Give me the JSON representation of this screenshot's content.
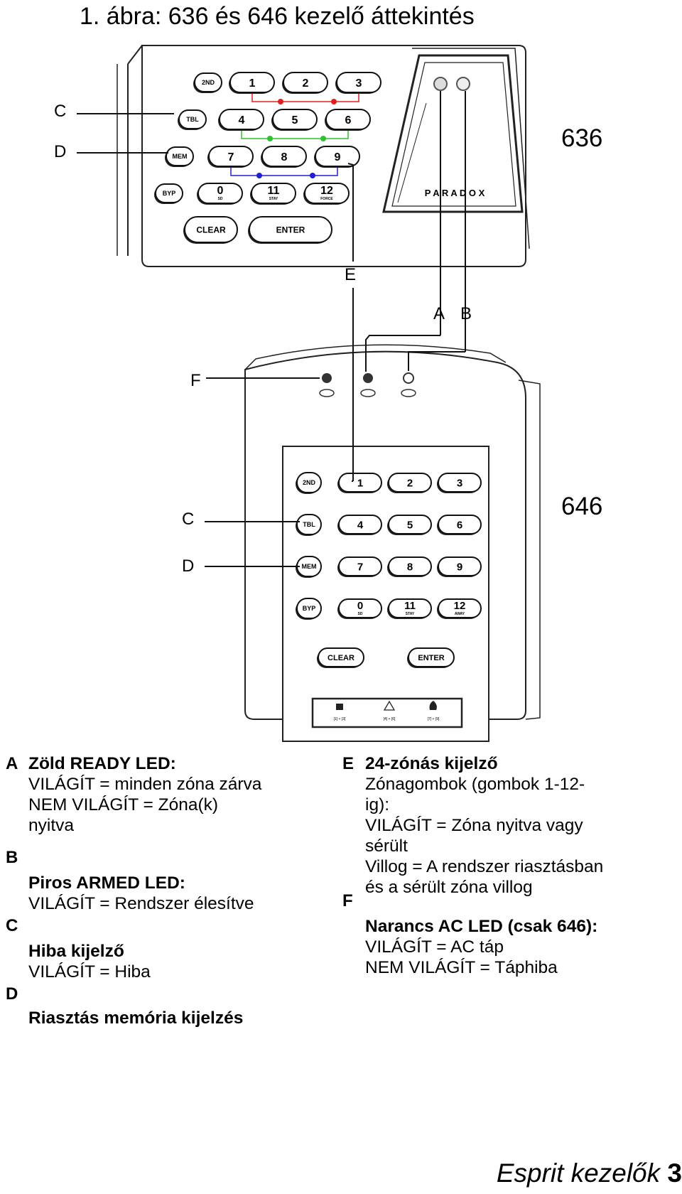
{
  "title": "1. ábra: 636 és 646 kezelő áttekintés",
  "models": {
    "top": "636",
    "bottom": "646"
  },
  "callouts": {
    "A": "A",
    "B": "B",
    "C": "C",
    "D": "D",
    "E": "E",
    "F": "F"
  },
  "brand": "P A R A D O X",
  "keypad636": {
    "rows": [
      [
        "2ND",
        "1",
        "2",
        "3"
      ],
      [
        "TBL",
        "4",
        "5",
        "6"
      ],
      [
        "MEM",
        "7",
        "8",
        "9"
      ],
      [
        "BYP",
        "0",
        "11",
        "12"
      ]
    ],
    "sub_labels": {
      "0": "SD",
      "11": "STAY",
      "12": "FORCE"
    },
    "clear": "CLEAR",
    "enter": "ENTER"
  },
  "keypad646": {
    "rows": [
      [
        "2ND",
        "1",
        "2",
        "3"
      ],
      [
        "TBL",
        "4",
        "5",
        "6"
      ],
      [
        "MEM",
        "7",
        "8",
        "9"
      ],
      [
        "BYP",
        "0",
        "11",
        "12"
      ]
    ],
    "sub_labels": {
      "0": "SD",
      "11": "STAY",
      "12": "AWAY"
    },
    "clear": "CLEAR",
    "enter": "ENTER",
    "panic_labels": [
      "[1] + [3]",
      "[4] + [6]",
      "[7] + [9]"
    ]
  },
  "legend_left": [
    {
      "letter": "A",
      "head": "Zöld READY LED:",
      "lines": [
        "VILÁGÍT = minden zóna zárva",
        "NEM VILÁGÍT = Zóna(k)",
        "nyitva"
      ]
    },
    {
      "letter": "B",
      "head": "Piros ARMED LED:",
      "lines": [
        "VILÁGÍT = Rendszer élesítve"
      ]
    },
    {
      "letter": "C",
      "head": "Hiba kijelző",
      "lines": [
        "VILÁGÍT = Hiba"
      ]
    },
    {
      "letter": "D",
      "head": "Riasztás memória kijelzés",
      "lines": []
    }
  ],
  "legend_right": [
    {
      "letter": "E",
      "head": "24-zónás kijelző",
      "lines": [
        "Zónagombok (gombok 1-12-",
        "ig):",
        "VILÁGÍT = Zóna nyitva vagy",
        "sérült",
        "Villog = A rendszer riasztásban",
        "és a sérült zóna villog"
      ]
    },
    {
      "letter": "F",
      "head": "Narancs AC LED (csak 646):",
      "lines": [
        "VILÁGÍT = AC táp",
        "NEM VILÁGÍT = Táphiba"
      ]
    }
  ],
  "footer": {
    "text": "Esprit kezelők",
    "page": "3"
  }
}
